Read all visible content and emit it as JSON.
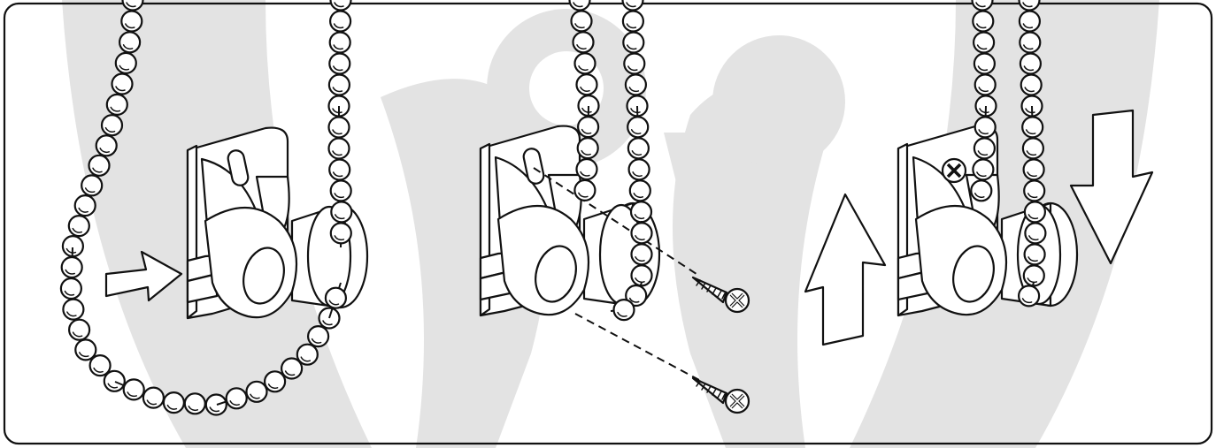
{
  "palette": {
    "ink": "#111111",
    "paper": "#ffffff",
    "watermark": "#e3e3e3"
  },
  "panels": [
    {
      "name": "step-insert-chain",
      "arrows": [
        "right"
      ]
    },
    {
      "name": "step-screw-bracket",
      "screws": 2
    },
    {
      "name": "step-pull-chain",
      "arrows": [
        "up",
        "down"
      ]
    }
  ],
  "watermark": {
    "shape": "owl-logo"
  }
}
